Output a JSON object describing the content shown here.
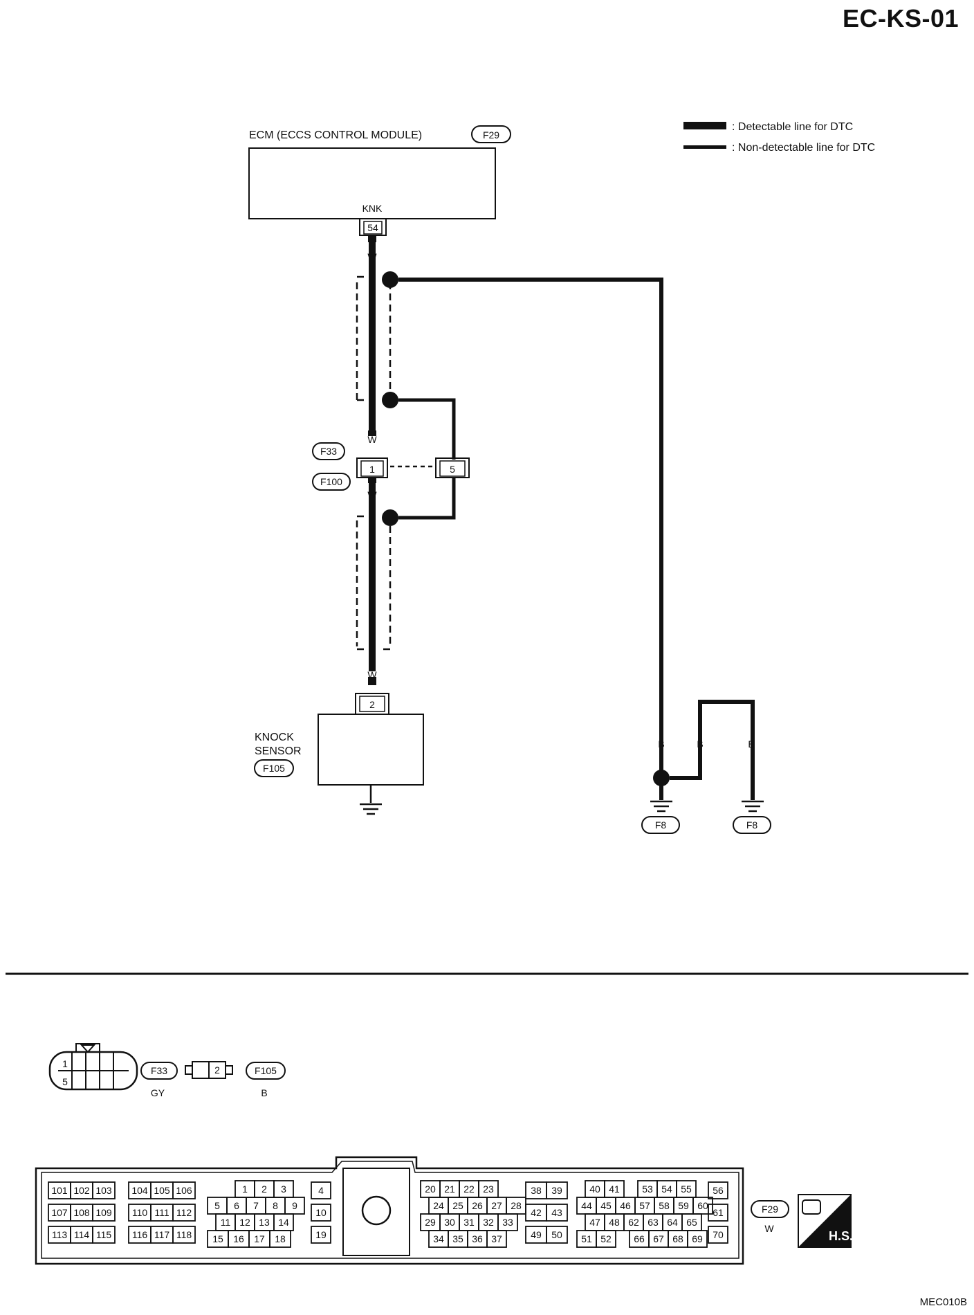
{
  "page": {
    "title": "EC-KS-01",
    "footer_code": "MEC010B"
  },
  "legend": {
    "detectable": ": Detectable line for DTC",
    "non_detectable": ": Non-detectable line for DTC"
  },
  "ecm": {
    "label": "ECM (ECCS CONTROL MODULE)",
    "connector": "F29",
    "terminal_name": "KNK",
    "terminal_pin": "54"
  },
  "wire_colors": {
    "white": "W",
    "black": "B"
  },
  "junction": {
    "connector_top": "F33",
    "connector_bottom": "F100",
    "pin_a": "1",
    "pin_b": "5"
  },
  "knock_sensor": {
    "label_line1": "KNOCK",
    "label_line2": "SENSOR",
    "connector": "F105",
    "pin": "2"
  },
  "grounds": {
    "left": "F8",
    "right": "F8"
  },
  "connector_views": {
    "f33": {
      "id": "F33",
      "color": "GY",
      "pin_top": "1",
      "pin_bottom": "5"
    },
    "f105": {
      "id": "F105",
      "color": "B",
      "pin": "2"
    },
    "f29": {
      "id": "F29",
      "color": "W",
      "block1": [
        [
          "101",
          "102",
          "103"
        ],
        [
          "107",
          "108",
          "109"
        ],
        [
          "113",
          "114",
          "115"
        ]
      ],
      "block2": [
        [
          "104",
          "105",
          "106"
        ],
        [
          "110",
          "111",
          "112"
        ],
        [
          "116",
          "117",
          "118"
        ]
      ],
      "block3_row1": [
        "1",
        "2",
        "3"
      ],
      "block3_row2": [
        "5",
        "6",
        "7",
        "8",
        "9"
      ],
      "block3_row3": [
        "11",
        "12",
        "13",
        "14"
      ],
      "block3_row4": [
        "15",
        "16",
        "17",
        "18"
      ],
      "block4": [
        "4",
        "10",
        "19"
      ],
      "block5_row1": [
        "20",
        "21",
        "22",
        "23"
      ],
      "block5_row2": [
        "24",
        "25",
        "26",
        "27",
        "28"
      ],
      "block5_row3": [
        "29",
        "30",
        "31",
        "32",
        "33"
      ],
      "block5_row4": [
        "34",
        "35",
        "36",
        "37"
      ],
      "block6": [
        [
          "38",
          "39"
        ],
        [
          "42",
          "43"
        ],
        [
          "49",
          "50"
        ]
      ],
      "block7_row1": [
        "40",
        "41",
        "53",
        "54",
        "55"
      ],
      "block7_row2": [
        "44",
        "45",
        "46",
        "57",
        "58",
        "59",
        "60"
      ],
      "block7_row3": [
        "47",
        "48",
        "62",
        "63",
        "64",
        "65"
      ],
      "block7_row4": [
        "51",
        "52",
        "66",
        "67",
        "68",
        "69"
      ],
      "block8": [
        "56",
        "61",
        "70"
      ]
    },
    "hs_badge": "H.S."
  },
  "colors": {
    "line": "#111111",
    "background": "#ffffff"
  }
}
